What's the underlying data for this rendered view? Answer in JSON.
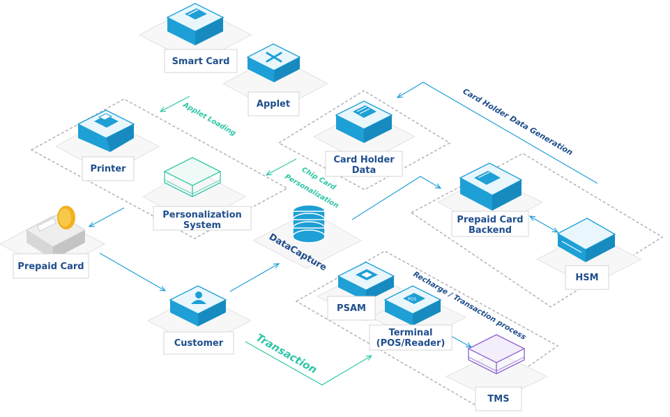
{
  "nodes": {
    "smart_card": "Smart Card",
    "applet": "Applet",
    "printer": "Printer",
    "personalization_system": [
      "Personalization",
      "System"
    ],
    "card_holder_data": [
      "Card Holder",
      "Data"
    ],
    "prepaid_card": "Prepaid Card",
    "datacapture": "DataCapture",
    "prepaid_card_backend": [
      "Prepaid Card",
      "Backend"
    ],
    "hsm": "HSM",
    "customer": "Customer",
    "psam": "PSAM",
    "terminal": [
      "Terminal",
      "(POS/Reader)"
    ],
    "tms": "TMS"
  },
  "flows": {
    "applet_loading": "Applet Loading",
    "chip_card_personalization": [
      "Chip Card",
      "Personalization"
    ],
    "card_holder_data_generation": "Card Holder Data Generation",
    "recharge_transaction": "Recharge / Transaction process",
    "transaction": "Transaction"
  },
  "colors": {
    "blue": "#1e9fd6",
    "label": "#1f4e8c",
    "green": "#2fc6a6",
    "purple": "#8a5fd3",
    "gold": "#f2b01e"
  }
}
